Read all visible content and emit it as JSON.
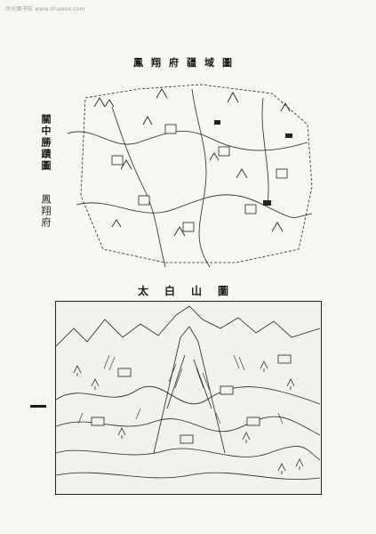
{
  "watermark": "时光图书馆 www.shuwoo.com",
  "map_title": "鳳翔府疆域圖",
  "side_title_primary": "關中勝蹟圖",
  "side_title_secondary": "鳳翔府",
  "mountain_title": "太白山圖",
  "page_number": "一"
}
